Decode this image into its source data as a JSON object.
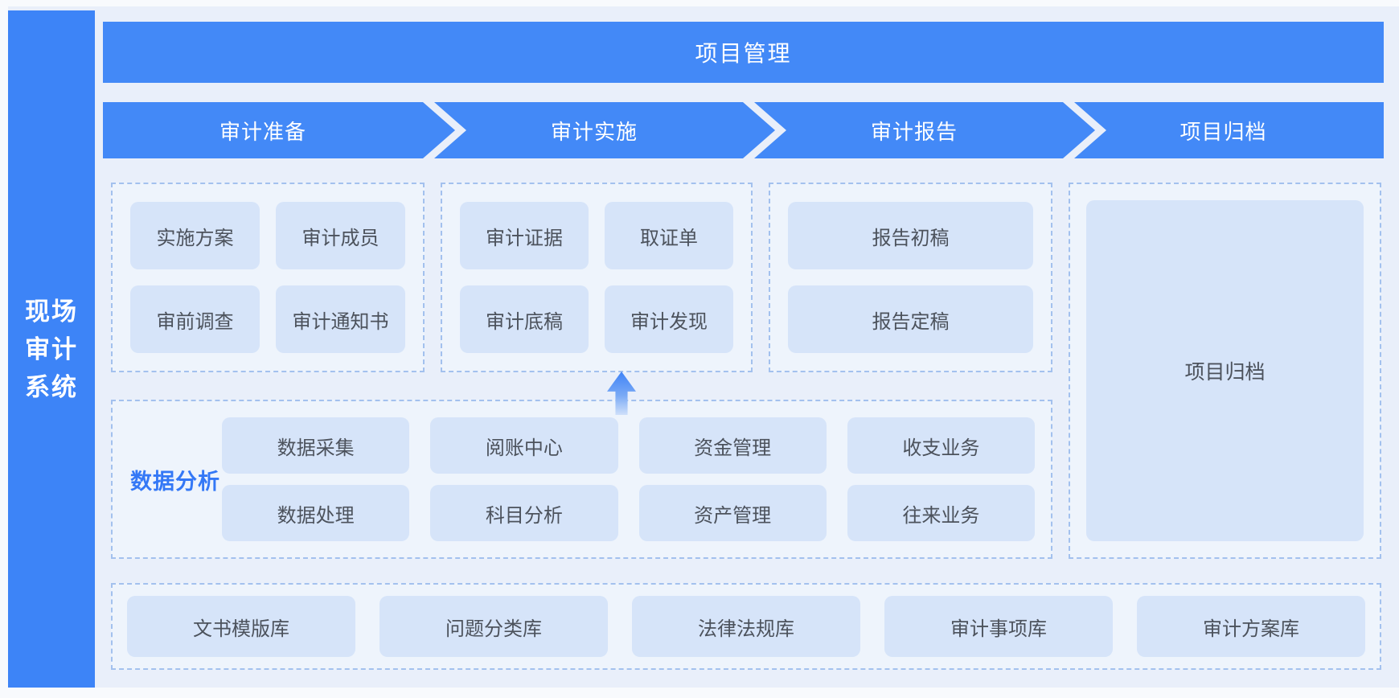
{
  "sidebar": {
    "lines": [
      "现场",
      "审计",
      "系统"
    ]
  },
  "banner": {
    "label": "项目管理"
  },
  "stages": [
    "审计准备",
    "审计实施",
    "审计报告",
    "项目归档"
  ],
  "groups": [
    {
      "name": "审计准备",
      "items": [
        "实施方案",
        "审计成员",
        "审前调查",
        "审计通知书"
      ]
    },
    {
      "name": "审计实施",
      "items": [
        "审计证据",
        "取证单",
        "审计底稿",
        "审计发现"
      ]
    },
    {
      "name": "审计报告",
      "items": [
        "报告初稿",
        "报告定稿"
      ]
    },
    {
      "name": "项目归档",
      "label": "项目归档"
    }
  ],
  "data_analysis": {
    "label": "数据分析",
    "items": [
      "数据采集",
      "阅账中心",
      "资金管理",
      "收支业务",
      "数据处理",
      "科目分析",
      "资产管理",
      "往来业务"
    ]
  },
  "libraries": [
    "文书模版库",
    "问题分类库",
    "法律法规库",
    "审计事项库",
    "审计方案库"
  ],
  "icons": {
    "flow_arrow": "up-arrow"
  },
  "colors": {
    "primary_blue": "#4389f7",
    "sidebar_blue": "#3d84f7",
    "module_box": "#d6e4f9",
    "group_bg": "#eef4fc",
    "dashed_border": "#a3c1ee",
    "panel_bg": "#e9effa",
    "accent_label": "#3478f6",
    "box_text": "#4c525c"
  }
}
